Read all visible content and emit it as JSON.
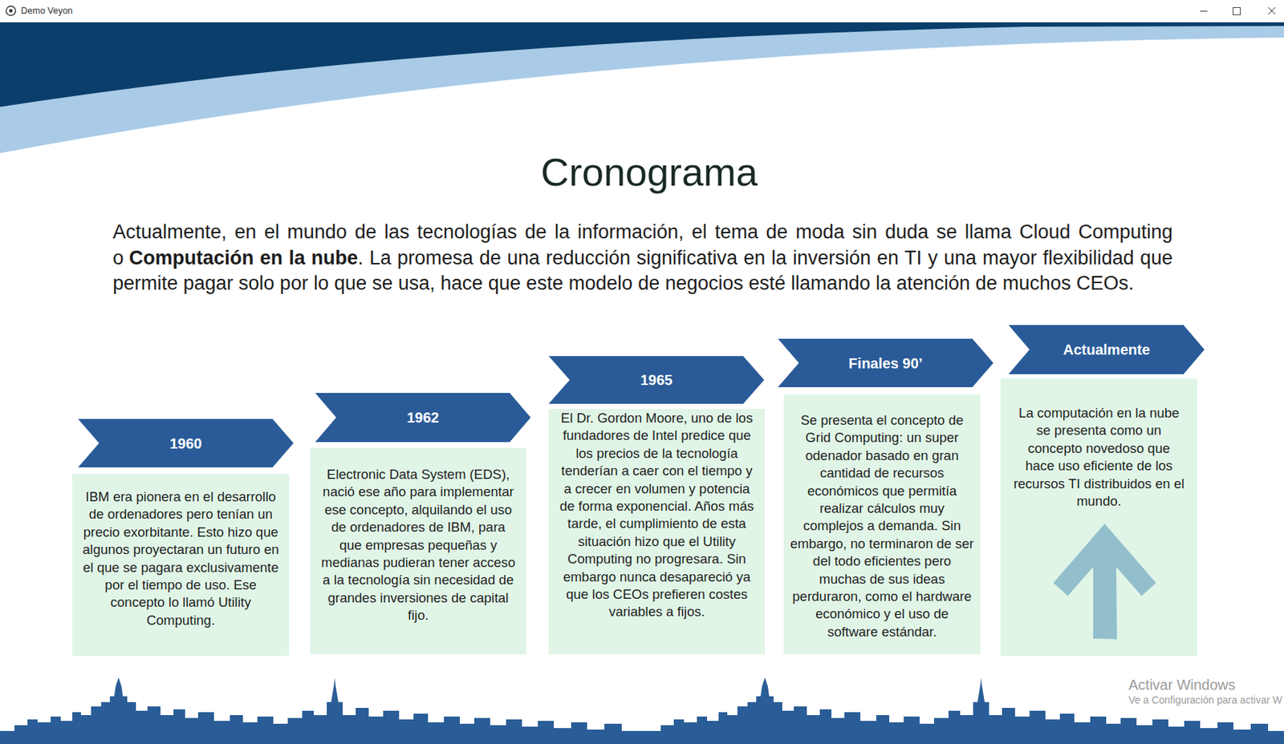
{
  "diagram": {
    "title": "Cronograma",
    "nodes": [
      {
        "text": [
          "1960",
          "IBM era pionera en el desarrollo de ordenadores pero tenían un precio exorbitante. Esto hizo que algunos proyectaran un futuro en el que se pagara exclusivamente por el tiempo de uso. Ese concepto lo llamó Utility Computing."
        ]
      },
      {
        "text": [
          "1962",
          "Electronic Data System (EDS), nació ese año para implementar ese concepto, alquilando el uso de ordenadores de IBM, para que empresas pequeñas y medianas pudieran tener acceso a la tecnología sin necesidad de grandes inversiones de capital fijo."
        ]
      },
      {
        "text": [
          "1965",
          "El Dr. Gordon Moore, uno de los fundadores de Intel predice que los precios de la tecnología tenderían a caer con el tiempo y a crecer en volumen y potencia de forma exponencial. Años más tarde, el cumplimiento de esta situación hizo que el Utility Computing no progresara. Sin embargo nunca desapareció ya que los CEOs prefieren costes variables a fijos."
        ]
      },
      {
        "text": [
          "Finales 90’",
          "Se presenta el concepto de Grid Computing: un super odenador basado en gran cantidad de recursos económicos que permitía realizar cálculos muy complejos a demanda. Sin embargo, no terminaron de ser del todo eficientes pero muchas de sus ideas perduraron, como el hardware económico y el uso de software estándar."
        ]
      },
      {
        "text": [
          "Actualmente",
          "La computación en la nube se presenta como un concepto novedoso que hace uso eficiente de los recursos TI distribuidos en el mundo."
        ]
      }
    ],
    "labels": [
      "Demo Veyon",
      "Actualmente, en el mundo de las tecnologías de la información, el tema de moda sin duda se llama Cloud Computing o",
      "Computación en la nube",
      ". La promesa de una reducción significativa en la inversión en TI y una mayor flexibilidad que permite pagar solo por lo que se usa, hace que este modelo de negocios esté llamando la atención de muchos CEOs.",
      "Activar Windows",
      "Ve a Configuración para activar W"
    ]
  }
}
